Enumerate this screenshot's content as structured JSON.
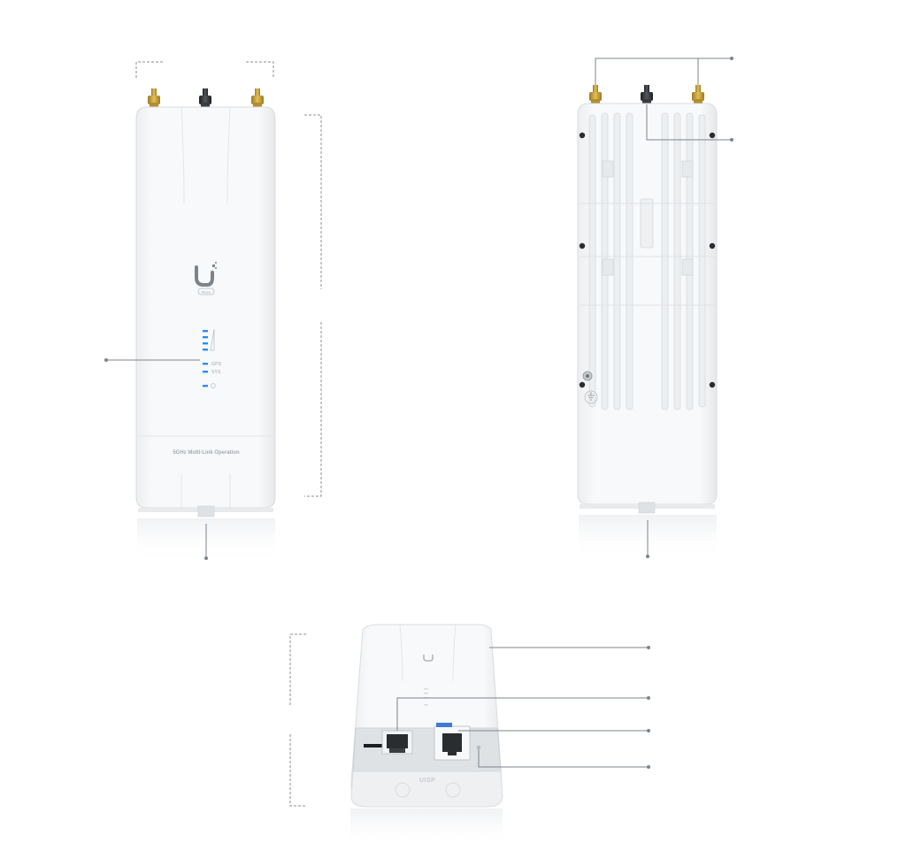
{
  "front_view": {
    "logo_badge": "Wave",
    "panel_text": "5GHz Multi-Link Operation",
    "led_labels": [
      "GPS",
      "SYS"
    ]
  },
  "bottom_view": {
    "brand_text": "UISP"
  },
  "colors": {
    "background": "#ffffff",
    "housing": "#f4f5f6",
    "housing_edge": "#d9dcdf",
    "led": "#2a8cf0",
    "antenna_gold": "#c9a23a",
    "antenna_black": "#2f3234",
    "callout_line": "#7d8489",
    "dimension_line": "#8a8f93"
  }
}
